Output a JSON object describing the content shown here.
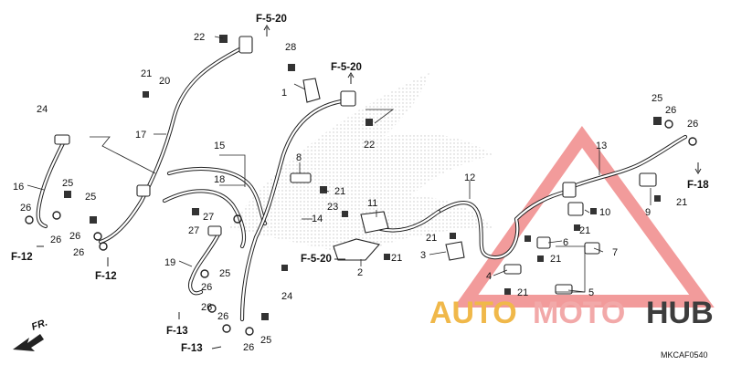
{
  "diagram": {
    "catalog_code": "MKCAF0540",
    "direction_label": "FR.",
    "watermark": {
      "brand_auto": "AUTO",
      "brand_moto": "MOTO",
      "brand_hub": "HUB",
      "color_auto": "#f0b84a",
      "color_moto": "#f2a9a9",
      "color_hub": "#3d3d3d",
      "color_triangle": "#f08a8a"
    },
    "callouts": [
      {
        "id": "c1",
        "text": "1"
      },
      {
        "id": "c2",
        "text": "2"
      },
      {
        "id": "c3",
        "text": "3"
      },
      {
        "id": "c4",
        "text": "4"
      },
      {
        "id": "c5",
        "text": "5"
      },
      {
        "id": "c6",
        "text": "6"
      },
      {
        "id": "c7",
        "text": "7"
      },
      {
        "id": "c8",
        "text": "8"
      },
      {
        "id": "c9",
        "text": "9"
      },
      {
        "id": "c10",
        "text": "10"
      },
      {
        "id": "c11",
        "text": "11"
      },
      {
        "id": "c12",
        "text": "12"
      },
      {
        "id": "c13",
        "text": "13"
      },
      {
        "id": "c14",
        "text": "14"
      },
      {
        "id": "c15",
        "text": "15"
      },
      {
        "id": "c16",
        "text": "16"
      },
      {
        "id": "c17",
        "text": "17"
      },
      {
        "id": "c18",
        "text": "18"
      },
      {
        "id": "c19",
        "text": "19"
      },
      {
        "id": "c20",
        "text": "20"
      },
      {
        "id": "c21a",
        "text": "21"
      },
      {
        "id": "c21b",
        "text": "21"
      },
      {
        "id": "c21c",
        "text": "21"
      },
      {
        "id": "c21d",
        "text": "21"
      },
      {
        "id": "c21e",
        "text": "21"
      },
      {
        "id": "c21f",
        "text": "21"
      },
      {
        "id": "c21g",
        "text": "21"
      },
      {
        "id": "c21h",
        "text": "21"
      },
      {
        "id": "c21i",
        "text": "21"
      },
      {
        "id": "c21j",
        "text": "21"
      },
      {
        "id": "c22a",
        "text": "22"
      },
      {
        "id": "c22b",
        "text": "22"
      },
      {
        "id": "c23",
        "text": "23"
      },
      {
        "id": "c24a",
        "text": "24"
      },
      {
        "id": "c24b",
        "text": "24"
      },
      {
        "id": "c25a",
        "text": "25"
      },
      {
        "id": "c25b",
        "text": "25"
      },
      {
        "id": "c25c",
        "text": "25"
      },
      {
        "id": "c25d",
        "text": "25"
      },
      {
        "id": "c25e",
        "text": "25"
      },
      {
        "id": "c26a",
        "text": "26"
      },
      {
        "id": "c26b",
        "text": "26"
      },
      {
        "id": "c26c",
        "text": "26"
      },
      {
        "id": "c26d",
        "text": "26"
      },
      {
        "id": "c26e",
        "text": "26"
      },
      {
        "id": "c26f",
        "text": "26"
      },
      {
        "id": "c26g",
        "text": "26"
      },
      {
        "id": "c26h",
        "text": "26"
      },
      {
        "id": "c26i",
        "text": "26"
      },
      {
        "id": "c26j",
        "text": "26"
      },
      {
        "id": "c27a",
        "text": "27"
      },
      {
        "id": "c27b",
        "text": "27"
      },
      {
        "id": "c28",
        "text": "28"
      }
    ],
    "references": [
      {
        "id": "r_f520a",
        "text": "F-5-20"
      },
      {
        "id": "r_f520b",
        "text": "F-5-20"
      },
      {
        "id": "r_f520c",
        "text": "F-5-20"
      },
      {
        "id": "r_f12a",
        "text": "F-12"
      },
      {
        "id": "r_f12b",
        "text": "F-12"
      },
      {
        "id": "r_f13a",
        "text": "F-13"
      },
      {
        "id": "r_f13b",
        "text": "F-13"
      },
      {
        "id": "r_f18",
        "text": "F-18"
      }
    ]
  }
}
